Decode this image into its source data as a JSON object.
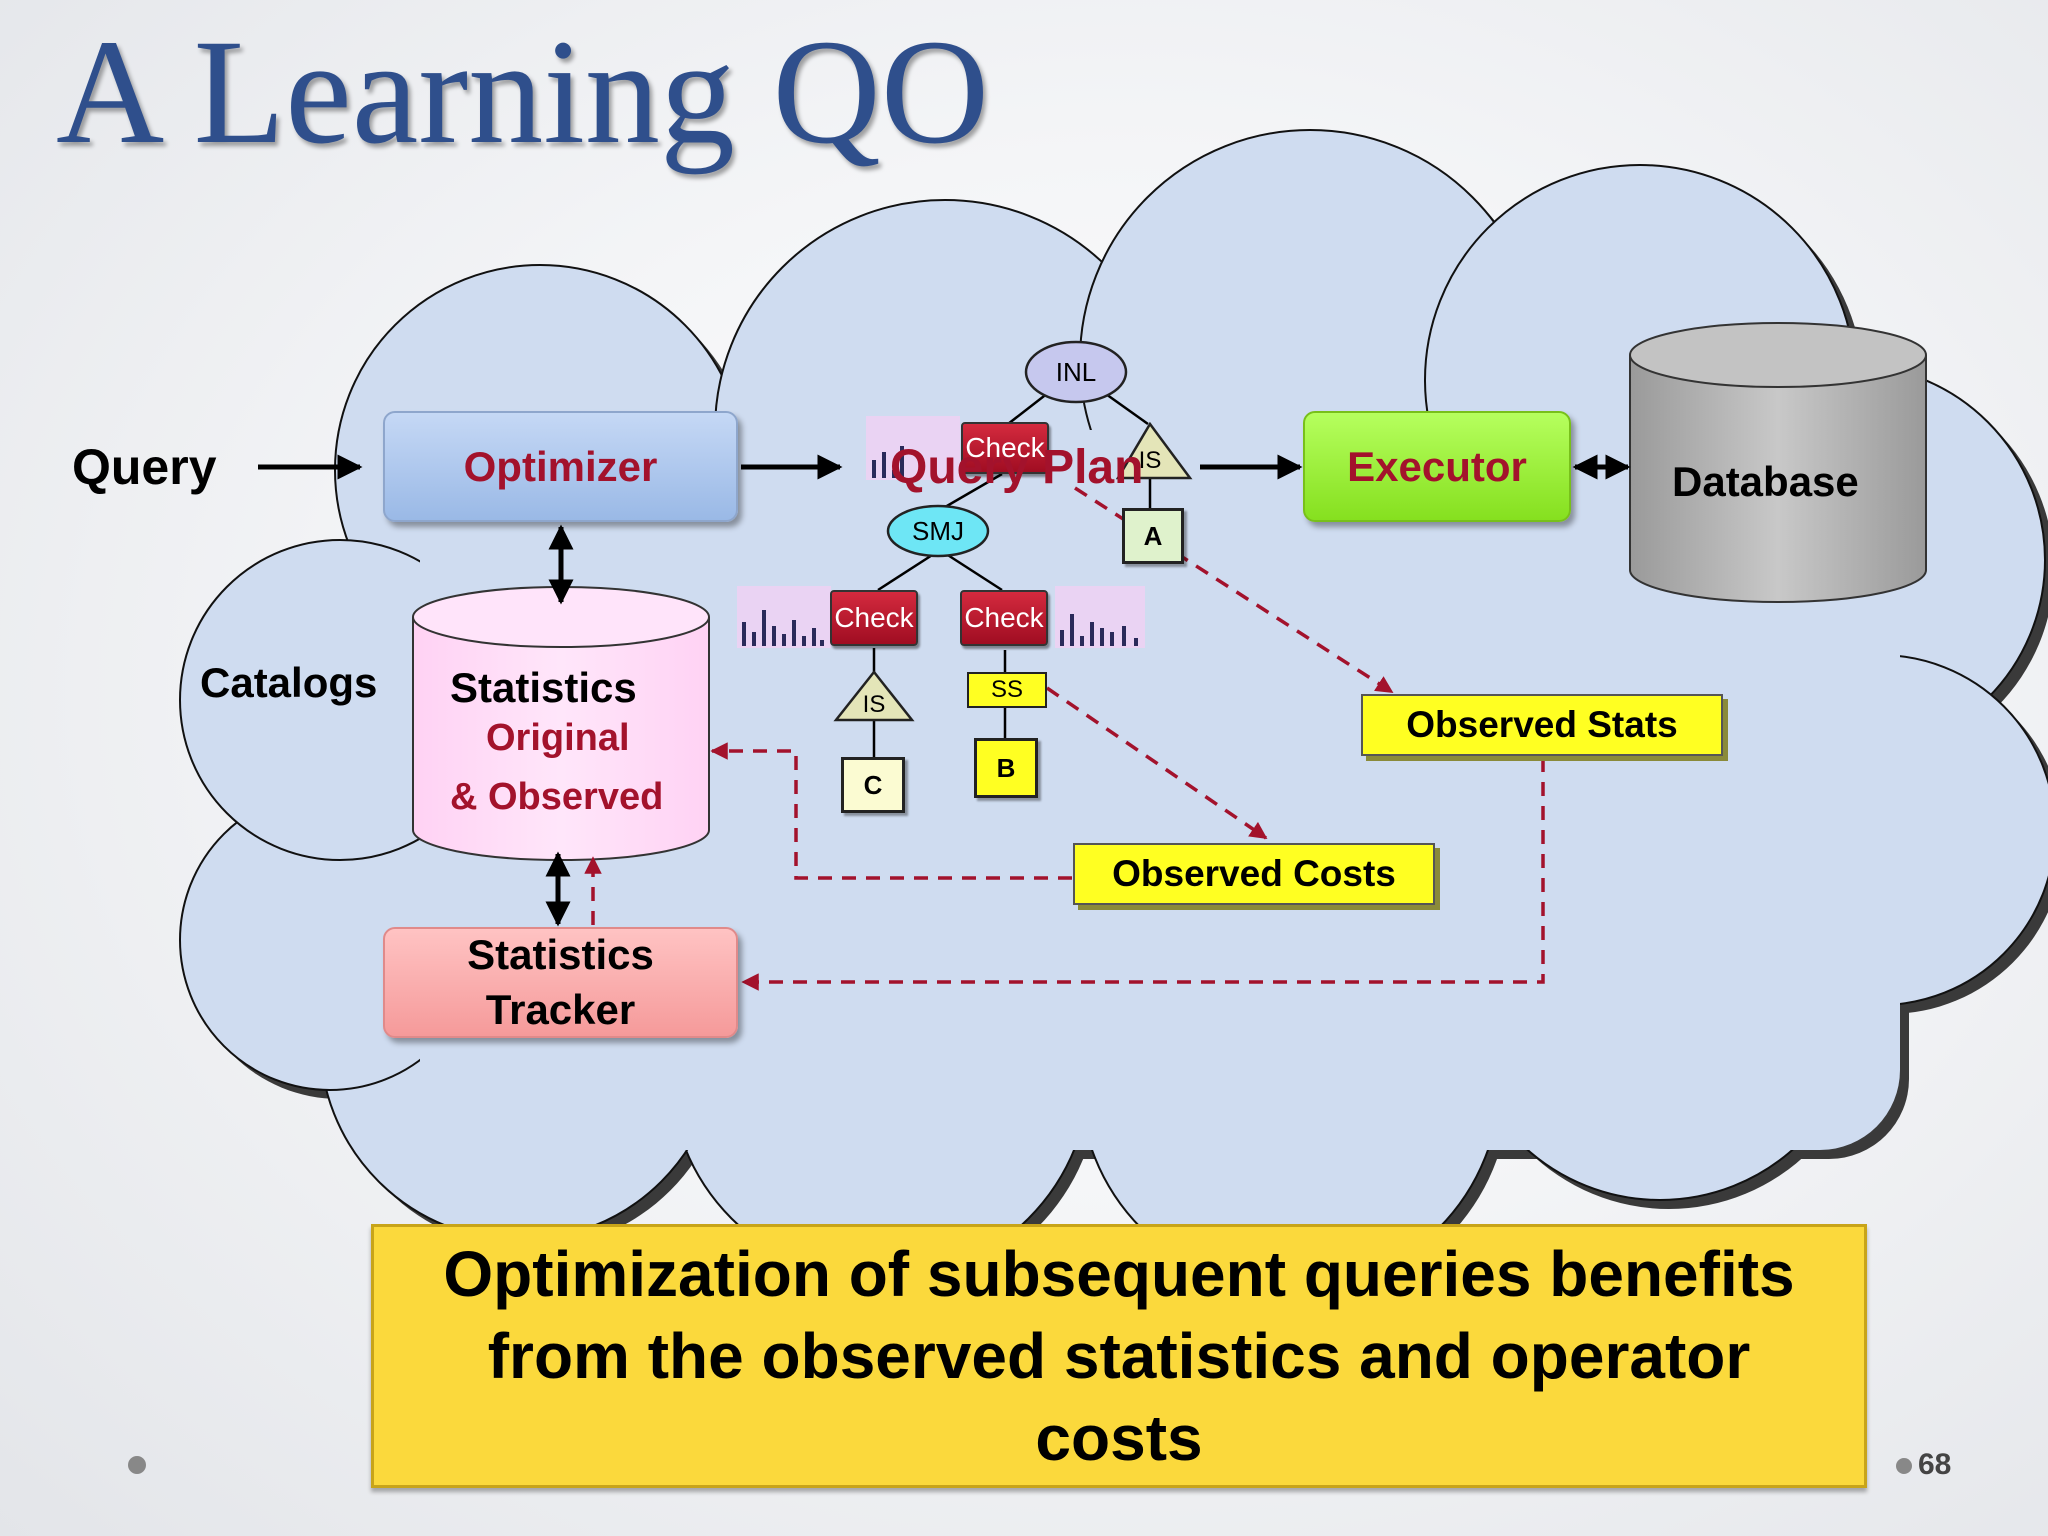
{
  "slide": {
    "title": "A Learning QO",
    "page_number": "68"
  },
  "diagram": {
    "query_label": "Query",
    "optimizer_label": "Optimizer",
    "query_plan_label": "Query Plan",
    "executor_label": "Executor",
    "database_label": "Database",
    "catalogs_label": "Catalogs",
    "statistics": {
      "line1": "Statistics",
      "line2": "Original",
      "line3": "& Observed"
    },
    "tracker": {
      "line1": "Statistics",
      "line2": "Tracker"
    },
    "observed_stats_label": "Observed Stats",
    "observed_costs_label": "Observed Costs",
    "plan_nodes": {
      "inl": "INL",
      "smj": "SMJ",
      "check_top": "Check",
      "check_left": "Check",
      "check_right": "Check",
      "is_top": "IS",
      "is_left": "IS",
      "ss": "SS",
      "leaf_a": "A",
      "leaf_b": "B",
      "leaf_c": "C"
    }
  },
  "callout": {
    "text": "Optimization of subsequent queries benefits from the observed statistics and operator costs"
  },
  "colors": {
    "title": "#2f4f8c",
    "accent_red": "#a3122c",
    "cloud_fill": "#cfdcf0",
    "dashed_arrow": "#a3122c",
    "callout_fill": "#fbd93c",
    "observed_box_fill": "#ffff22"
  }
}
